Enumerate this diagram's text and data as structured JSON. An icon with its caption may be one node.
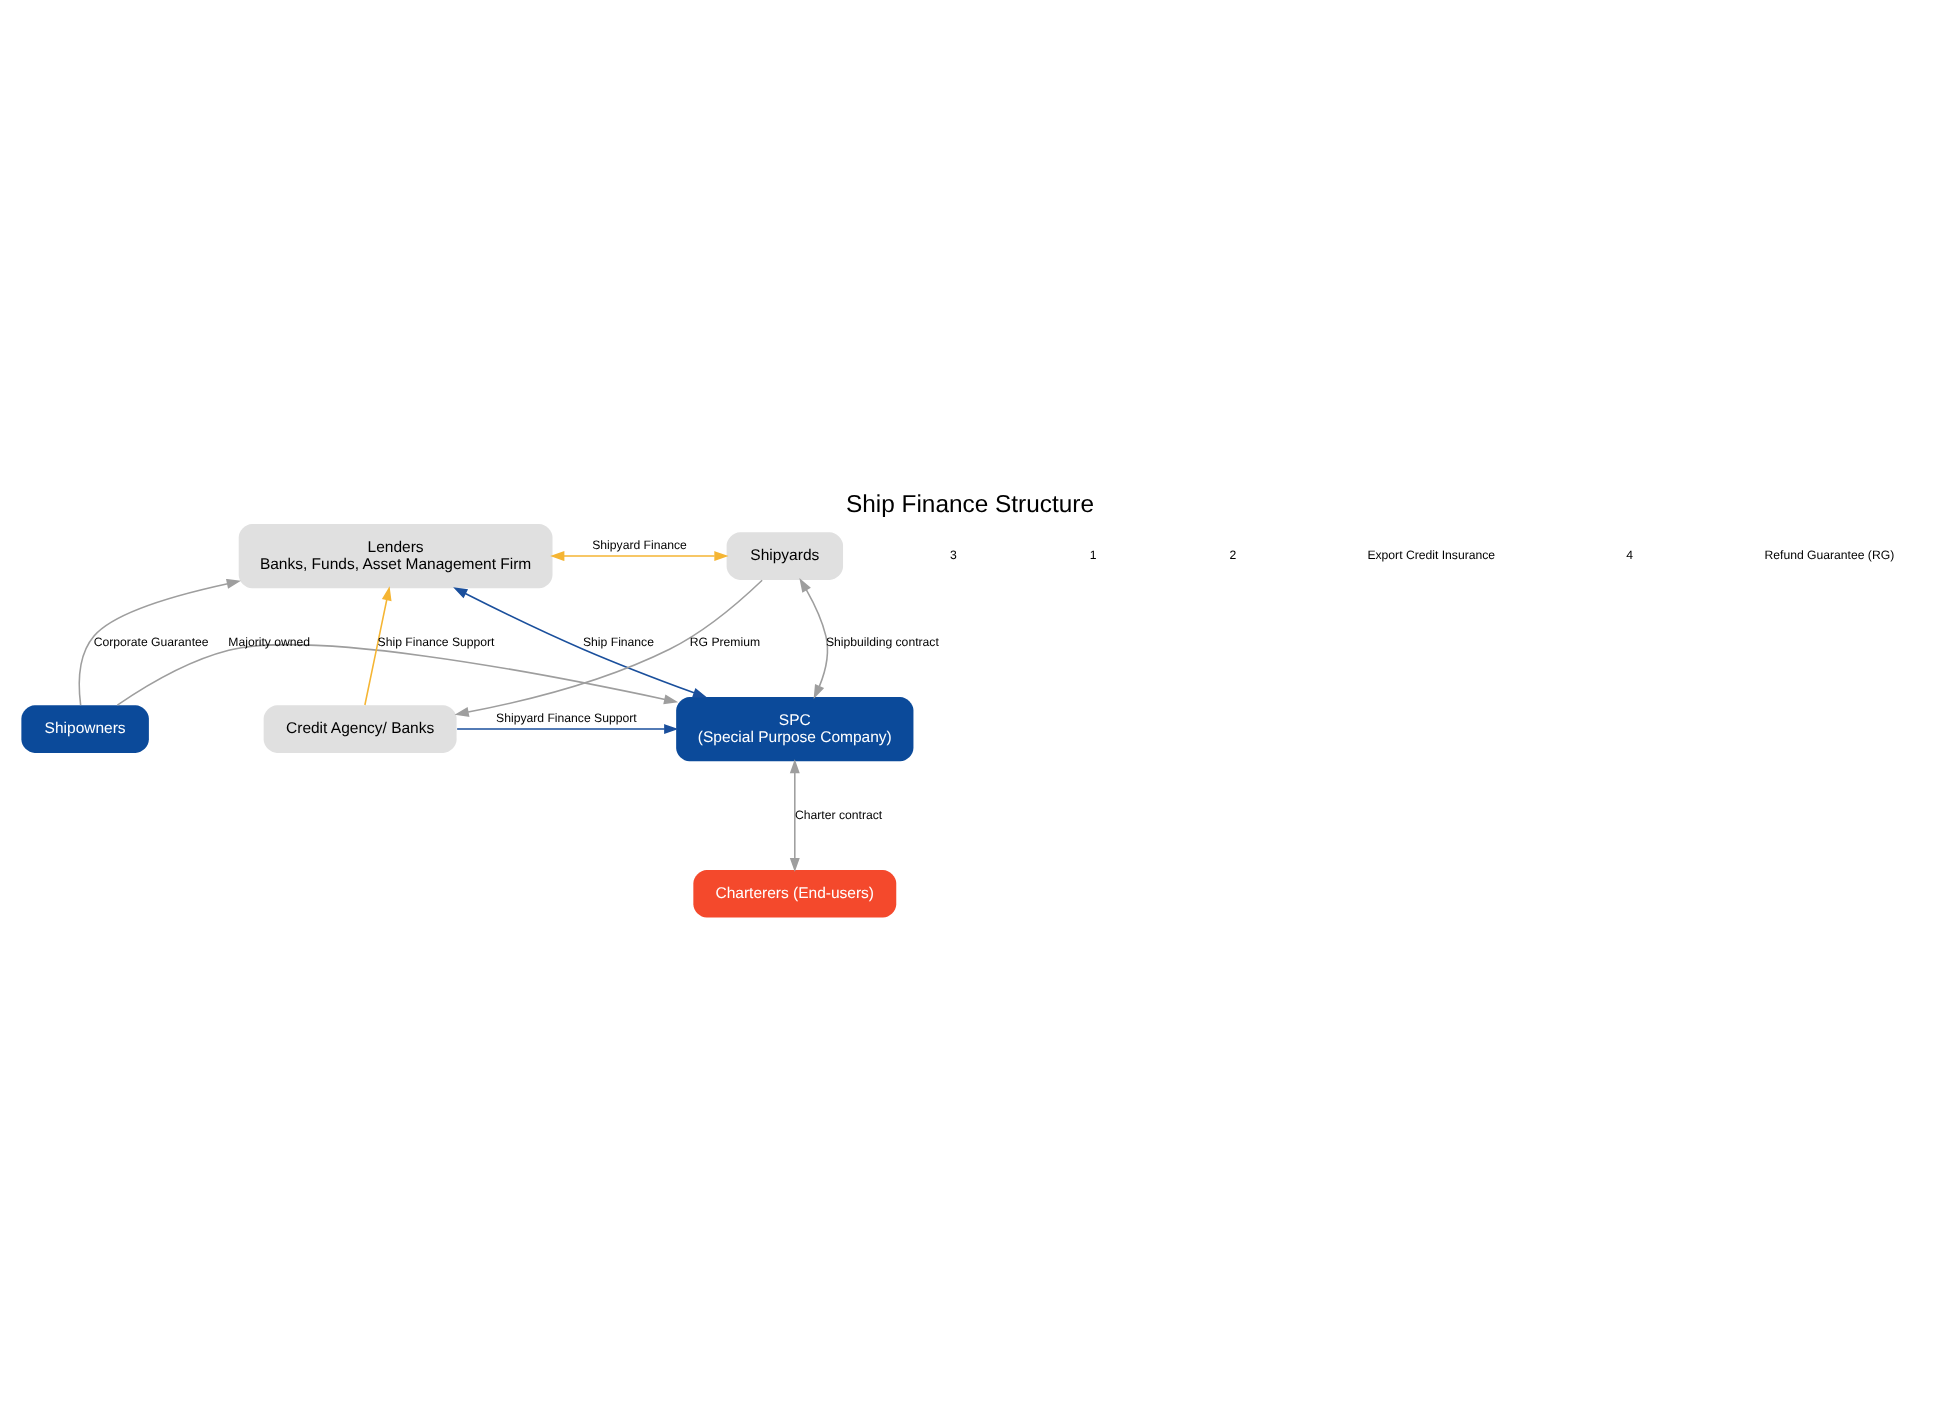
{
  "diagram": {
    "title": "Ship Finance Structure",
    "nodes": [
      {
        "text": [
          "Lenders",
          "Banks, Funds, Asset Management Firm"
        ]
      },
      {
        "text": [
          "Shipyards"
        ]
      },
      {
        "text": [
          "Shipowners"
        ]
      },
      {
        "text": [
          "SPC",
          "(Special Purpose Company)"
        ]
      },
      {
        "text": [
          "Credit Agency/ Banks"
        ]
      },
      {
        "text": [
          "Charterers (End-users)"
        ]
      }
    ],
    "edges": [
      {
        "from": 2,
        "to": 0,
        "arrow": "to",
        "label": "Corporate Guarantee"
      },
      {
        "from": 0,
        "to": 1,
        "arrow": "both",
        "label": "Shipyard Finance",
        "color": "#f5b533"
      },
      {
        "from": 0,
        "to": 3,
        "arrow": "both",
        "label": "Ship Finance",
        "color": "#1a4f9c"
      },
      {
        "from": 3,
        "to": 1,
        "arrow": "both",
        "label": "Shipbuilding contract"
      },
      {
        "from": 4,
        "to": 0,
        "arrow": "to",
        "label": "Ship Finance Support",
        "color": "#f5b533"
      },
      {
        "from": 1,
        "to": 4,
        "arrow": "to",
        "label": "RG Premium"
      },
      {
        "from": 2,
        "to": 3,
        "arrow": "to",
        "label": "Majority owned"
      },
      {
        "from": 4,
        "to": 3,
        "arrow": "to",
        "label": "Shipyard Finance Support",
        "color": "#1a4f9c"
      },
      {
        "from": 3,
        "to": 5,
        "arrow": "both",
        "label": "Charter contract"
      }
    ],
    "labels": [
      "3",
      "1",
      "2",
      "Export Credit Insurance",
      "4",
      "Refund Guarantee (RG)"
    ]
  }
}
